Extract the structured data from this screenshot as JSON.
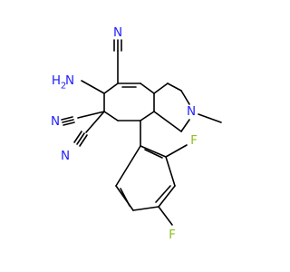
{
  "molecule": {
    "colors": {
      "bond": "#000000",
      "nitrogen": "#1f1fff",
      "fluorine": "#8fbf1f",
      "carbon": "#000000",
      "background": "#ffffff"
    },
    "labels": {
      "n_top": "N",
      "nh2_n": "N",
      "nh2_h": "H",
      "nh2_sub": "2",
      "n_left": "N",
      "n_lower": "N",
      "n_ring": "N",
      "f_upper": "F",
      "f_lower": "F"
    }
  }
}
